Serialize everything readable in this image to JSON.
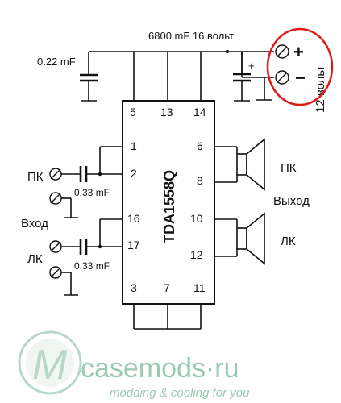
{
  "ic": {
    "name": "TDA1558Q",
    "pins_top": [
      "5",
      "13",
      "14"
    ],
    "pins_left": [
      "1",
      "2",
      "16",
      "17"
    ],
    "pins_right": [
      "6",
      "8",
      "10",
      "12"
    ],
    "pins_bottom": [
      "3",
      "7",
      "11"
    ]
  },
  "power": {
    "capacitor_label": "6800 mF 16 вольт",
    "decoupling_label": "0.22 mF",
    "plus_symbol": "+",
    "minus_symbol": "−",
    "cap_plus": "+",
    "voltage_label": "12 вольт",
    "highlight_color": "#e01818"
  },
  "inputs": {
    "left_channel_label": "ПК",
    "right_channel_label": "ЛК",
    "coupling_cap_label_1": "0.33 mF",
    "coupling_cap_label_2": "0.33 mF",
    "input_label": "Вход"
  },
  "outputs": {
    "speaker_1_label": "ПК",
    "speaker_2_label": "ЛК",
    "output_label": "Выход"
  },
  "watermark": {
    "logo_letter": "M",
    "site": "casemods·ru",
    "tagline": "modding & cooling for you",
    "color": "#7fb8a0"
  }
}
